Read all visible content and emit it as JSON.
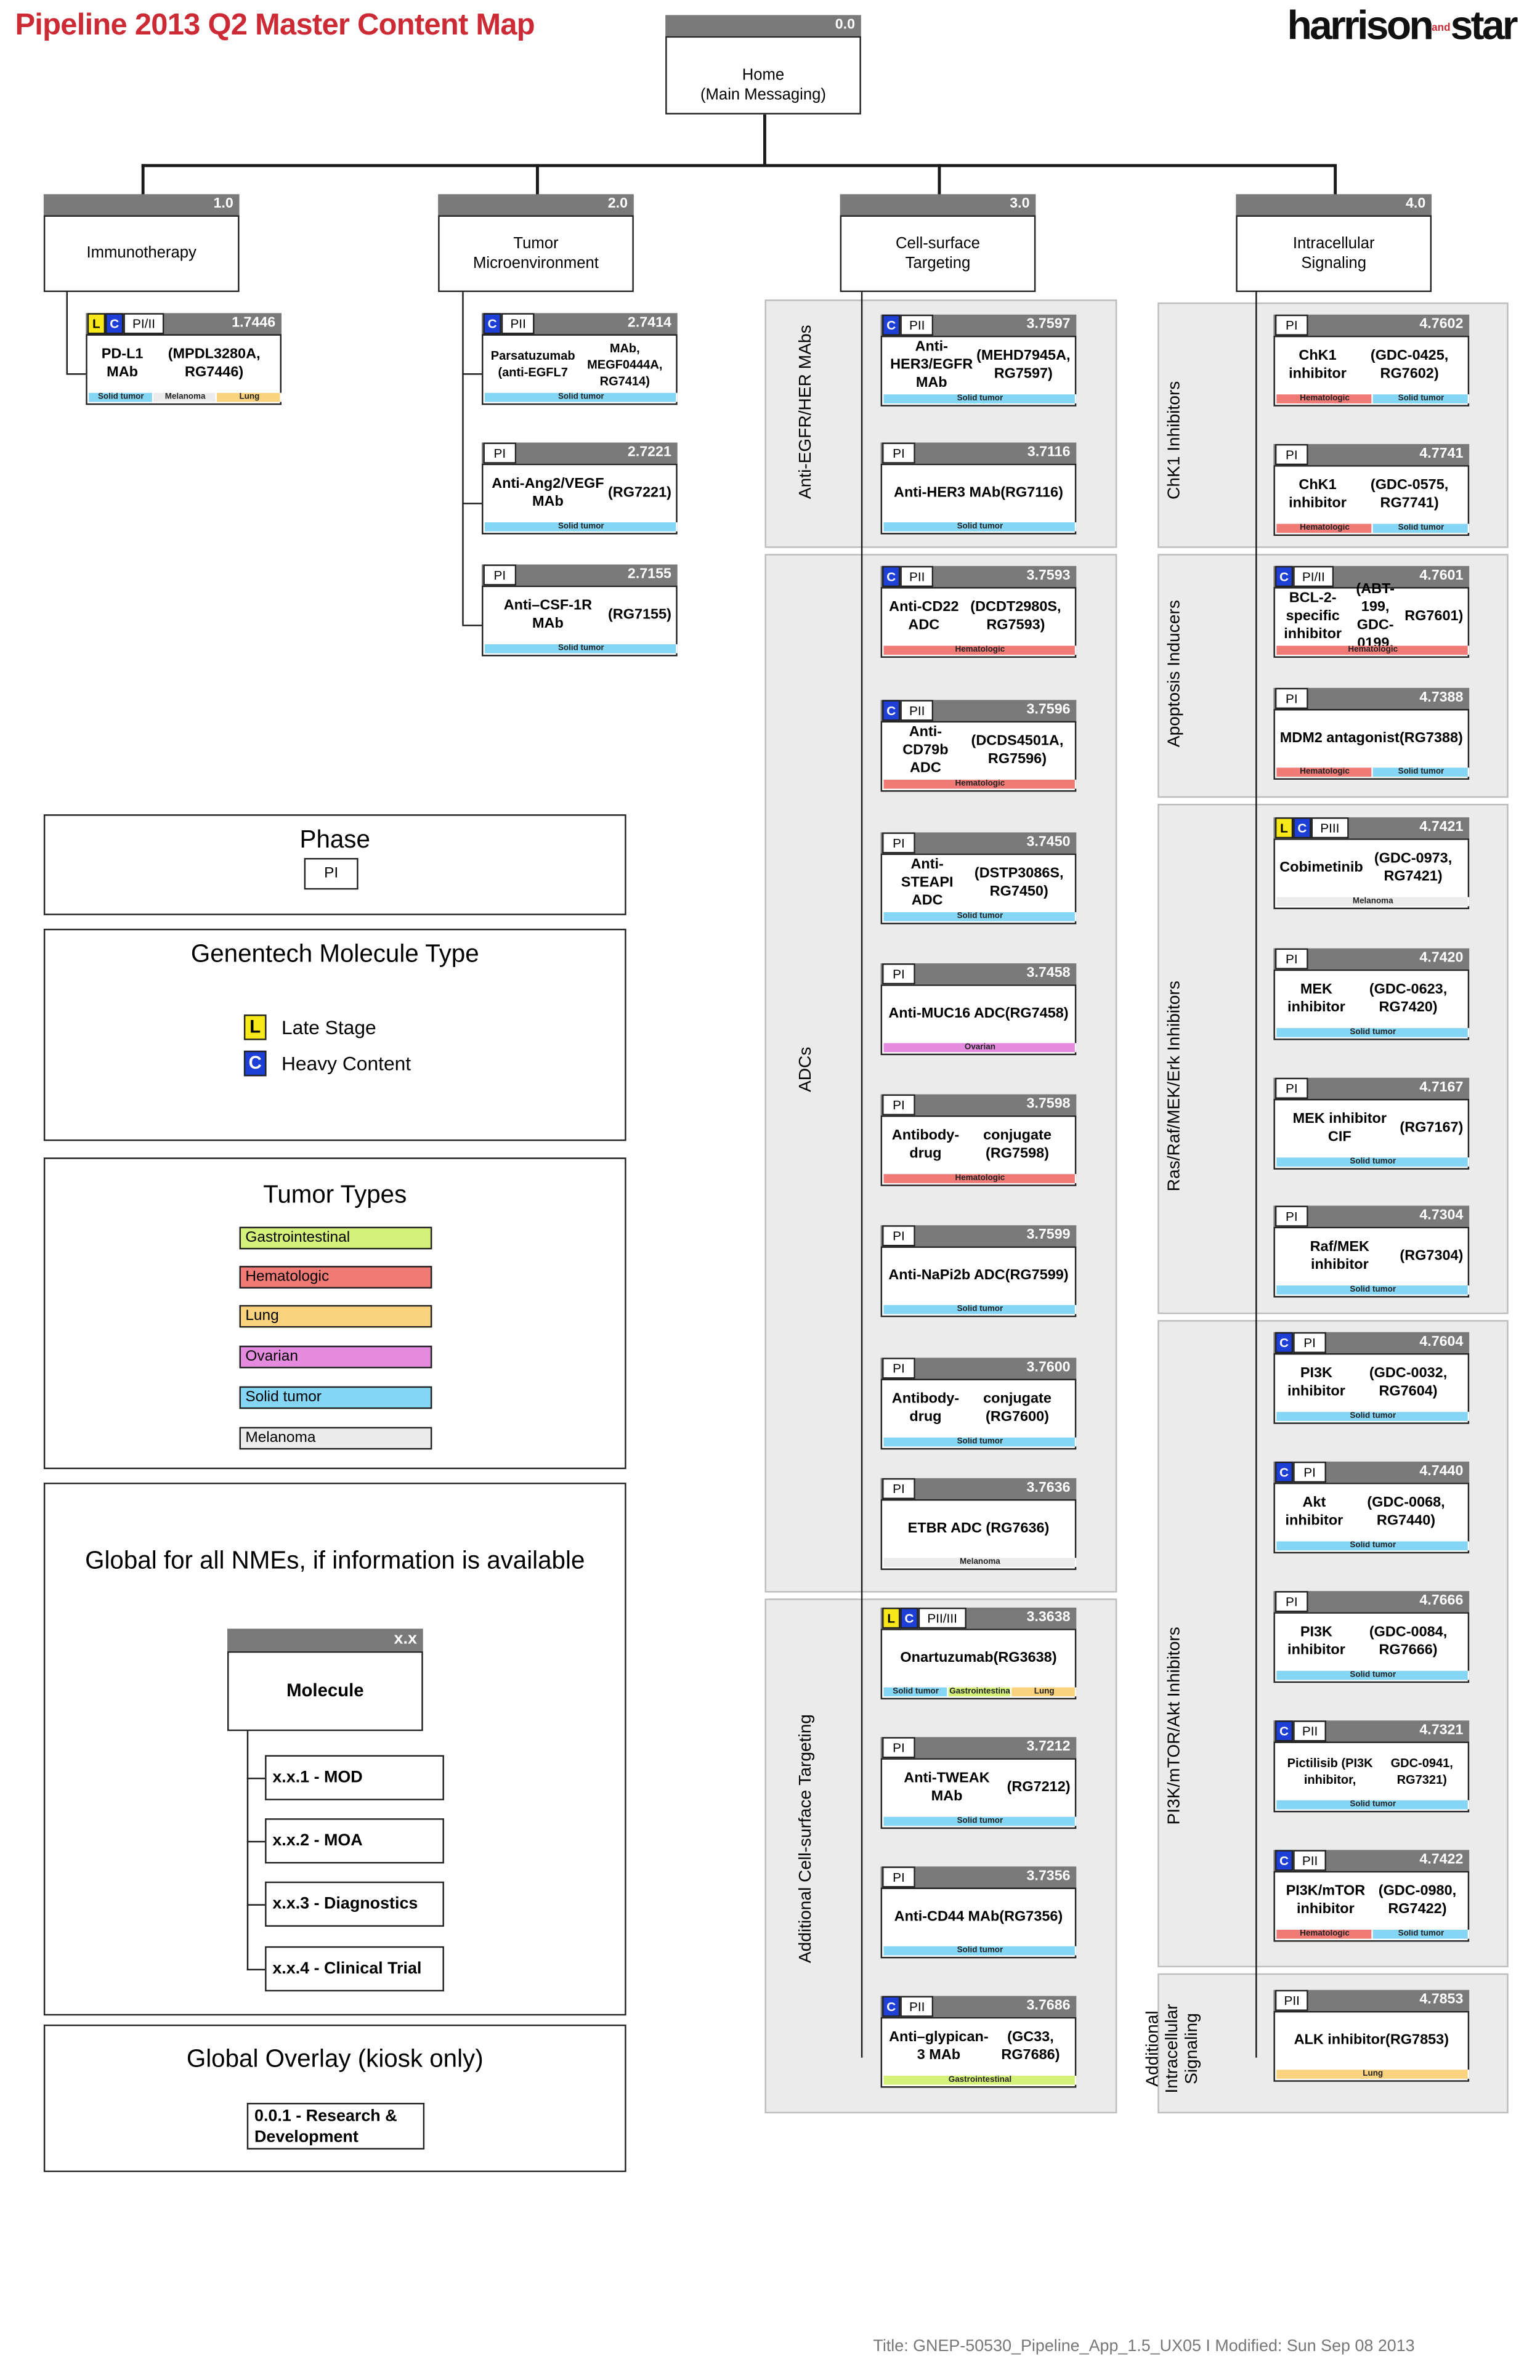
{
  "header": {
    "title": "Pipeline 2013 Q2 Master Content Map",
    "logo": {
      "part1": "harrison",
      "and": "and",
      "part2": "star"
    }
  },
  "footer": "Title: GNEP-50530_Pipeline_App_1.5_UX05  I Modified: Sun Sep 08 2013",
  "colors": {
    "Gastrointestinal": "#d4f27a",
    "Hematologic": "#ef7a76",
    "Lung": "#fbd27e",
    "Ovarian": "#e48be0",
    "Solid tumor": "#85d6f5",
    "Melanoma": "#ececec",
    "late_stage": "#f7e81a",
    "heavy_content": "#1e3fd6",
    "title_red": "#cc2b36"
  },
  "home": {
    "num": "0.0",
    "label1": "Home",
    "label2": "(Main Messaging)"
  },
  "sections": [
    {
      "num": "1.0",
      "label1": "Immunotherapy",
      "label2": ""
    },
    {
      "num": "2.0",
      "label1": "Tumor",
      "label2": "Microenvironment"
    },
    {
      "num": "3.0",
      "label1": "Cell-surface",
      "label2": "Targeting"
    },
    {
      "num": "4.0",
      "label1": "Intracellular",
      "label2": "Signaling"
    }
  ],
  "groups": [
    {
      "label": "Anti-EGFR/HER MAbs"
    },
    {
      "label": "ADCs"
    },
    {
      "label": "Additional Cell-surface Targeting"
    },
    {
      "label": "ChK1 Inhibitors"
    },
    {
      "label": "Apoptosis Inducers"
    },
    {
      "label": "Ras/Raf/MEK/Erk Inhibitors"
    },
    {
      "label": "PI3K/mTOR/Akt Inhibitors"
    },
    {
      "label": "Additional Intracellular Signaling"
    }
  ],
  "molecules": [
    {
      "num": "1.7446",
      "late": true,
      "heavy": true,
      "phase": "PI/II",
      "l1": "PD-L1 MAb",
      "l2": "(MPDL3280A, RG7446)",
      "tumors": [
        "Solid tumor",
        "Melanoma",
        "Lung"
      ]
    },
    {
      "num": "2.7414",
      "late": false,
      "heavy": true,
      "phase": "PII",
      "l1": "Parsatuzumab (anti-EGFL7",
      "l2": "MAb, MEGF0444A, RG7414)",
      "small": true,
      "tumors": [
        "Solid tumor"
      ]
    },
    {
      "num": "2.7221",
      "late": false,
      "heavy": false,
      "phase": "PI",
      "l1": "Anti-Ang2/VEGF MAb",
      "l2": "(RG7221)",
      "tumors": [
        "Solid tumor"
      ]
    },
    {
      "num": "2.7155",
      "late": false,
      "heavy": false,
      "phase": "PI",
      "l1": "Anti–CSF-1R MAb",
      "l2": "(RG7155)",
      "tumors": [
        "Solid tumor"
      ]
    },
    {
      "num": "3.7597",
      "late": false,
      "heavy": true,
      "phase": "PII",
      "l1": "Anti-HER3/EGFR MAb",
      "l2": "(MEHD7945A, RG7597)",
      "tumors": [
        "Solid tumor"
      ]
    },
    {
      "num": "3.7116",
      "late": false,
      "heavy": false,
      "phase": "PI",
      "l1": "Anti-HER3 MAb",
      "l2": "(RG7116)",
      "tumors": [
        "Solid tumor"
      ]
    },
    {
      "num": "3.7593",
      "late": false,
      "heavy": true,
      "phase": "PII",
      "l1": "Anti-CD22 ADC",
      "l2": "(DCDT2980S, RG7593)",
      "tumors": [
        "Hematologic"
      ]
    },
    {
      "num": "3.7596",
      "late": false,
      "heavy": true,
      "phase": "PII",
      "l1": "Anti-CD79b ADC",
      "l2": "(DCDS4501A, RG7596)",
      "tumors": [
        "Hematologic"
      ]
    },
    {
      "num": "3.7450",
      "late": false,
      "heavy": false,
      "phase": "PI",
      "l1": "Anti-STEAPI ADC",
      "l2": "(DSTP3086S, RG7450)",
      "tumors": [
        "Solid tumor"
      ]
    },
    {
      "num": "3.7458",
      "late": false,
      "heavy": false,
      "phase": "PI",
      "l1": "Anti-MUC16 ADC",
      "l2": "(RG7458)",
      "tumors": [
        "Ovarian"
      ]
    },
    {
      "num": "3.7598",
      "late": false,
      "heavy": false,
      "phase": "PI",
      "l1": "Antibody-drug",
      "l2": "conjugate (RG7598)",
      "tumors": [
        "Hematologic"
      ]
    },
    {
      "num": "3.7599",
      "late": false,
      "heavy": false,
      "phase": "PI",
      "l1": "Anti-NaPi2b ADC",
      "l2": "(RG7599)",
      "tumors": [
        "Solid tumor"
      ]
    },
    {
      "num": "3.7600",
      "late": false,
      "heavy": false,
      "phase": "PI",
      "l1": "Antibody-drug",
      "l2": "conjugate (RG7600)",
      "tumors": [
        "Solid tumor"
      ]
    },
    {
      "num": "3.7636",
      "late": false,
      "heavy": false,
      "phase": "PI",
      "l1": "ETBR ADC (RG7636)",
      "l2": "",
      "tumors": [
        "Melanoma"
      ]
    },
    {
      "num": "3.3638",
      "late": true,
      "heavy": true,
      "phase": "PII/III",
      "l1": "Onartuzumab",
      "l2": "(RG3638)",
      "tumors": [
        "Solid tumor",
        "Gastrointestinal",
        "Lung"
      ]
    },
    {
      "num": "3.7212",
      "late": false,
      "heavy": false,
      "phase": "PI",
      "l1": "Anti-TWEAK MAb",
      "l2": "(RG7212)",
      "tumors": [
        "Solid tumor"
      ]
    },
    {
      "num": "3.7356",
      "late": false,
      "heavy": false,
      "phase": "PI",
      "l1": "Anti-CD44 MAb",
      "l2": "(RG7356)",
      "tumors": [
        "Solid tumor"
      ]
    },
    {
      "num": "3.7686",
      "late": false,
      "heavy": true,
      "phase": "PII",
      "l1": "Anti–glypican-3 MAb",
      "l2": "(GC33, RG7686)",
      "tumors": [
        "Gastrointestinal"
      ]
    },
    {
      "num": "4.7602",
      "late": false,
      "heavy": false,
      "phase": "PI",
      "l1": "ChK1 inhibitor",
      "l2": "(GDC-0425, RG7602)",
      "tumors": [
        "Hematologic",
        "Solid tumor"
      ]
    },
    {
      "num": "4.7741",
      "late": false,
      "heavy": false,
      "phase": "PI",
      "l1": "ChK1 inhibitor",
      "l2": "(GDC-0575, RG7741)",
      "tumors": [
        "Hematologic",
        "Solid tumor"
      ]
    },
    {
      "num": "4.7601",
      "late": false,
      "heavy": true,
      "phase": "PI/II",
      "l1": "BCL-2-specific inhibitor",
      "l2": "(ABT-199, GDC-0199,",
      "l3": "RG7601)",
      "tumors": [
        "Hematologic"
      ]
    },
    {
      "num": "4.7388",
      "late": false,
      "heavy": false,
      "phase": "PI",
      "l1": "MDM2 antagonist",
      "l2": "(RG7388)",
      "tumors": [
        "Hematologic",
        "Solid tumor"
      ]
    },
    {
      "num": "4.7421",
      "late": true,
      "heavy": true,
      "phase": "PIII",
      "l1": "Cobimetinib",
      "l2": "(GDC-0973, RG7421)",
      "tumors": [
        "Melanoma"
      ]
    },
    {
      "num": "4.7420",
      "late": false,
      "heavy": false,
      "phase": "PI",
      "l1": "MEK inhibitor",
      "l2": "(GDC-0623, RG7420)",
      "tumors": [
        "Solid tumor"
      ]
    },
    {
      "num": "4.7167",
      "late": false,
      "heavy": false,
      "phase": "PI",
      "l1": "MEK inhibitor CIF",
      "l2": "(RG7167)",
      "tumors": [
        "Solid tumor"
      ]
    },
    {
      "num": "4.7304",
      "late": false,
      "heavy": false,
      "phase": "PI",
      "l1": "Raf/MEK inhibitor",
      "l2": "(RG7304)",
      "tumors": [
        "Solid tumor"
      ]
    },
    {
      "num": "4.7604",
      "late": false,
      "heavy": true,
      "phase": "PI",
      "l1": "PI3K inhibitor",
      "l2": "(GDC-0032, RG7604)",
      "tumors": [
        "Solid tumor"
      ]
    },
    {
      "num": "4.7440",
      "late": false,
      "heavy": true,
      "phase": "PI",
      "l1": "Akt inhibitor",
      "l2": "(GDC-0068, RG7440)",
      "tumors": [
        "Solid tumor"
      ]
    },
    {
      "num": "4.7666",
      "late": false,
      "heavy": false,
      "phase": "PI",
      "l1": "PI3K inhibitor",
      "l2": "(GDC-0084, RG7666)",
      "tumors": [
        "Solid tumor"
      ]
    },
    {
      "num": "4.7321",
      "late": false,
      "heavy": true,
      "phase": "PII",
      "l1": "Pictilisib (PI3K inhibitor,",
      "l2": "GDC-0941, RG7321)",
      "small": true,
      "tumors": [
        "Solid tumor"
      ]
    },
    {
      "num": "4.7422",
      "late": false,
      "heavy": true,
      "phase": "PII",
      "l1": "PI3K/mTOR inhibitor",
      "l2": "(GDC-0980, RG7422)",
      "tumors": [
        "Hematologic",
        "Solid tumor"
      ]
    },
    {
      "num": "4.7853",
      "late": false,
      "heavy": false,
      "phase": "PII",
      "l1": "ALK inhibitor",
      "l2": "(RG7853)",
      "tumors": [
        "Lung"
      ]
    }
  ],
  "legend": {
    "phase": {
      "title": "Phase",
      "sample": "PI"
    },
    "molecule_type": {
      "title": "Genentech Molecule Type",
      "items": [
        {
          "code": "L",
          "label": "Late Stage"
        },
        {
          "code": "C",
          "label": "Heavy Content"
        }
      ]
    },
    "tumor_types": {
      "title": "Tumor Types",
      "items": [
        "Gastrointestinal",
        "Hematologic",
        "Lung",
        "Ovarian",
        "Solid tumor",
        "Melanoma"
      ]
    },
    "global": {
      "title": "Global for all NMEs, if information is available",
      "num": "x.x",
      "molecule": "Molecule",
      "items": [
        "x.x.1 - MOD",
        "x.x.2 - MOA",
        "x.x.3 - Diagnostics",
        "x.x.4 - Clinical Trial"
      ]
    },
    "overlay": {
      "title": "Global Overlay (kiosk only)",
      "item1": "0.0.1 - Research &",
      "item2": "Development"
    }
  }
}
